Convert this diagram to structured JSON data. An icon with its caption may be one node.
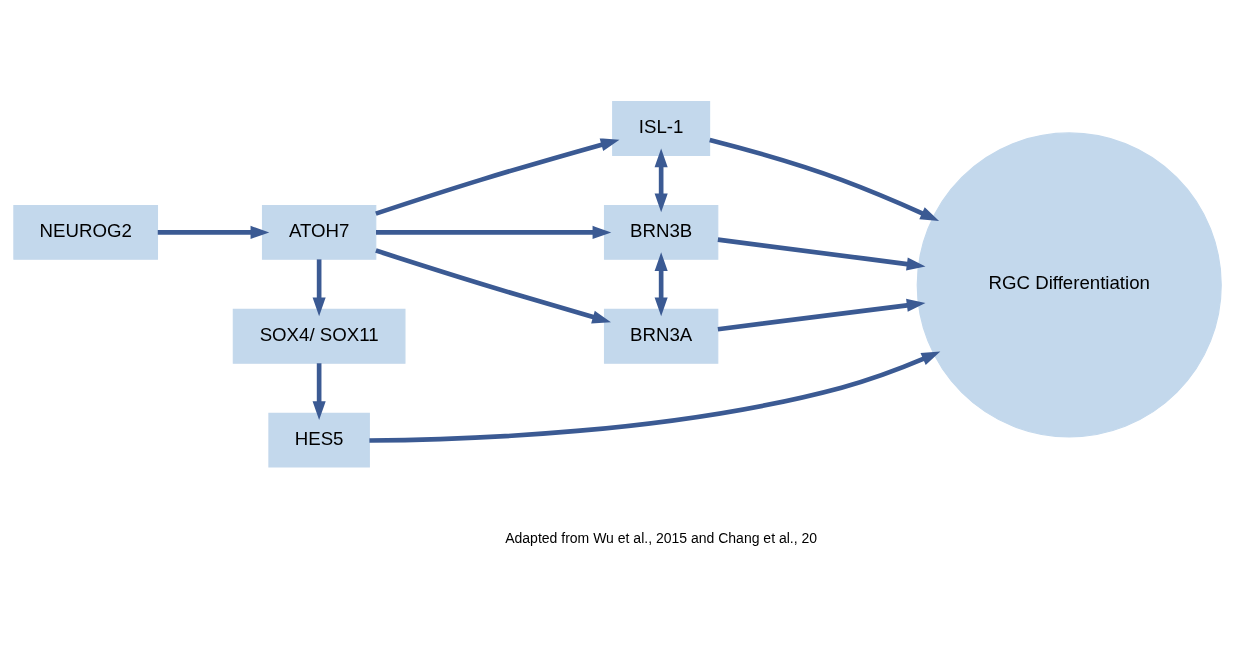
{
  "diagram": {
    "nodes": [
      {
        "text": [
          "NEUROG2"
        ]
      },
      {
        "text": [
          "ATOH7"
        ]
      },
      {
        "text": [
          "ISL-1"
        ]
      },
      {
        "text": [
          "BRN3B"
        ]
      },
      {
        "text": [
          "BRN3A"
        ]
      },
      {
        "text": [
          "RGC Differentiation"
        ]
      },
      {
        "text": [
          "SOX4/ SOX11"
        ]
      },
      {
        "text": [
          "HES5"
        ]
      }
    ],
    "edges": [
      {
        "from": 0,
        "to": 1,
        "arrow": "to"
      },
      {
        "from": 1,
        "to": 2,
        "arrow": "to"
      },
      {
        "from": 1,
        "to": 3,
        "arrow": "to"
      },
      {
        "from": 1,
        "to": 4,
        "arrow": "to"
      },
      {
        "from": 2,
        "to": 3,
        "arrow": "both"
      },
      {
        "from": 3,
        "to": 4,
        "arrow": "both"
      },
      {
        "from": 2,
        "to": 5,
        "arrow": "to"
      },
      {
        "from": 3,
        "to": 5,
        "arrow": "to"
      },
      {
        "from": 4,
        "to": 5,
        "arrow": "to"
      },
      {
        "from": 1,
        "to": 6,
        "arrow": "to"
      },
      {
        "from": 6,
        "to": 7,
        "arrow": "to"
      },
      {
        "from": 7,
        "to": 5,
        "arrow": "to"
      }
    ],
    "labels": [
      "Adapted from Wu et al., 2015 and Chang et al., 20"
    ]
  }
}
